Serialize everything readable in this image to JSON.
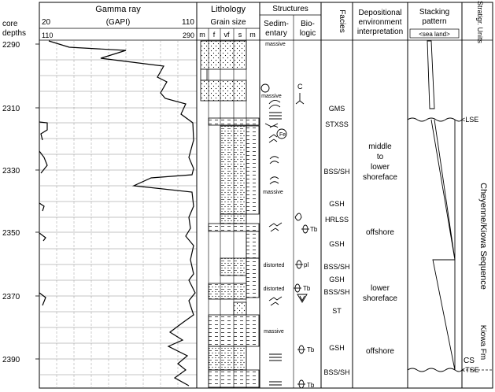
{
  "header": {
    "depth_label_1": "core",
    "depth_label_2": "depths",
    "gamma_title": "Gamma ray",
    "gamma_left": "20",
    "gamma_unit": "(GAPI)",
    "gamma_right": "110",
    "gamma_left2": "110",
    "gamma_right2": "290",
    "lithology_title": "Lithology",
    "grain_size": "Grain size",
    "grain_m1": "m",
    "grain_f": "f",
    "grain_vf": "vf",
    "grain_s": "s",
    "grain_m2": "m",
    "structures_title": "Structures",
    "sed_1": "Sedim-",
    "sed_2": "entary",
    "bio_1": "Bio-",
    "bio_2": "logic",
    "facies": "Facies",
    "dep_1": "Depositional",
    "dep_2": "environment",
    "dep_3": "interpretation",
    "stack_1": "Stacking",
    "stack_2": "pattern",
    "stack_3": "<sea  land>",
    "strat": "Stratigr. Units"
  },
  "depths": [
    "2290",
    "2310",
    "2330",
    "2350",
    "2370",
    "2390"
  ],
  "structure_notes": [
    "massive",
    "massive",
    "massive",
    "distorted",
    "distorted",
    "massive"
  ],
  "bio_notes": [
    "C",
    "Fe",
    "Tb",
    "pl",
    "Tb",
    "Tb",
    "Tb"
  ],
  "facies": [
    "GMS",
    "STXSS",
    "BSS/SH",
    "GSH",
    "HRLSS",
    "GSH",
    "BSS/SH",
    "GSH",
    "BSS/SH",
    "ST",
    "GSH",
    "BSS/SH"
  ],
  "environment": [
    "middle",
    "to",
    "lower",
    "shoreface",
    "offshore",
    "lower",
    "shoreface",
    "offshore"
  ],
  "surfaces": [
    "<LSE",
    "<TSE"
  ],
  "units": {
    "sequence": "Cheyenne/Kiowa Sequence",
    "kiowa": "Kiowa Fm",
    "cs": "CS"
  }
}
